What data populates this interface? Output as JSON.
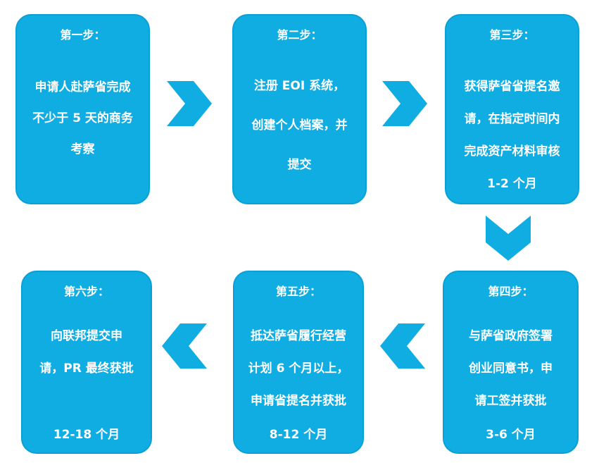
{
  "colors": {
    "box_fill": "#10ade3",
    "arrow": "#10ade3",
    "text": "#ffffff",
    "background": "#ffffff"
  },
  "steps": [
    {
      "title": "第一步：",
      "lines": [
        "申请人赴萨省完成",
        "不少于 5 天的商务",
        "考察"
      ],
      "duration": ""
    },
    {
      "title": "第二步：",
      "lines": [
        "注册 EOI 系统，",
        "创建个人档案，并",
        "提交"
      ],
      "duration": ""
    },
    {
      "title": "第三步：",
      "lines": [
        "获得萨省省提名邀",
        "请，在指定时间内",
        "完成资产材料审核"
      ],
      "duration": "1-2 个月"
    },
    {
      "title": "第四步：",
      "lines": [
        "与萨省政府签署",
        "创业同意书，申",
        "请工签并获批"
      ],
      "duration": "3-6 个月"
    },
    {
      "title": "第五步：",
      "lines": [
        "抵达萨省履行经营",
        "计划 6 个月以上，",
        "申请省提名并获批"
      ],
      "duration": "8-12 个月"
    },
    {
      "title": "第六步：",
      "lines": [
        "向联邦提交申",
        "请，PR 最终获批"
      ],
      "duration": "12-18 个月"
    }
  ],
  "arrows": [
    {
      "direction": "right",
      "icon": "chevron-right-icon"
    },
    {
      "direction": "right",
      "icon": "chevron-right-icon"
    },
    {
      "direction": "down",
      "icon": "chevron-down-icon"
    },
    {
      "direction": "left",
      "icon": "chevron-left-icon"
    },
    {
      "direction": "left",
      "icon": "chevron-left-icon"
    }
  ]
}
